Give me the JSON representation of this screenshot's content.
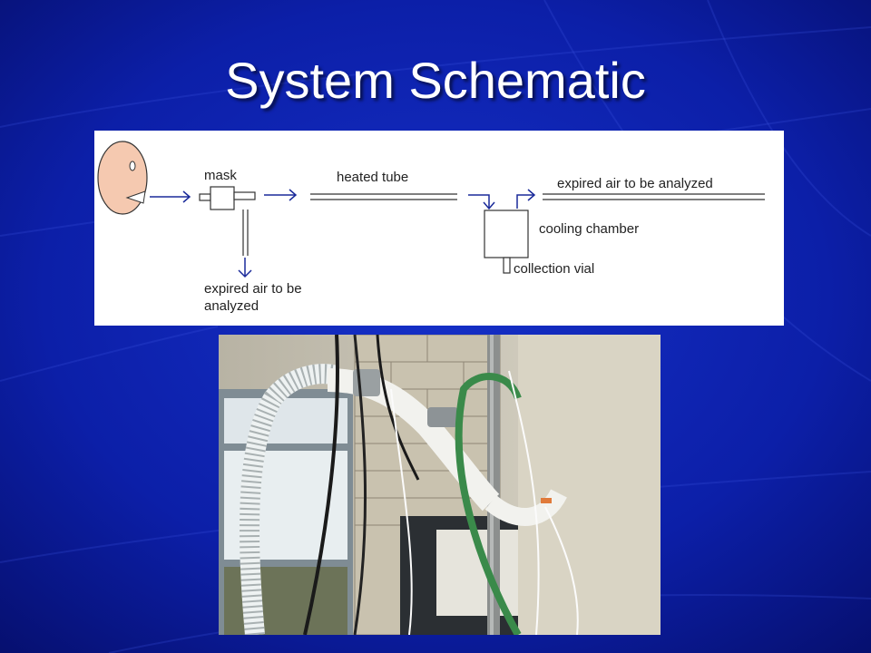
{
  "slide": {
    "title": "System Schematic",
    "background_color": "#0a1a9a"
  },
  "schematic": {
    "labels": {
      "mask": "mask",
      "heated_tube": "heated tube",
      "expired_air_top": "expired air to be analyzed",
      "cooling_chamber": "cooling chamber",
      "collection_vial": "collection vial",
      "expired_air_bottom_line1": "expired air to be",
      "expired_air_bottom_line2": "analyzed"
    },
    "arrow_color": "#1a2a9a",
    "icons": [
      "face-icon",
      "mask-icon",
      "cooling-chamber-icon",
      "collection-vial-icon"
    ]
  },
  "photo": {
    "subject": "lab-apparatus-photo"
  }
}
